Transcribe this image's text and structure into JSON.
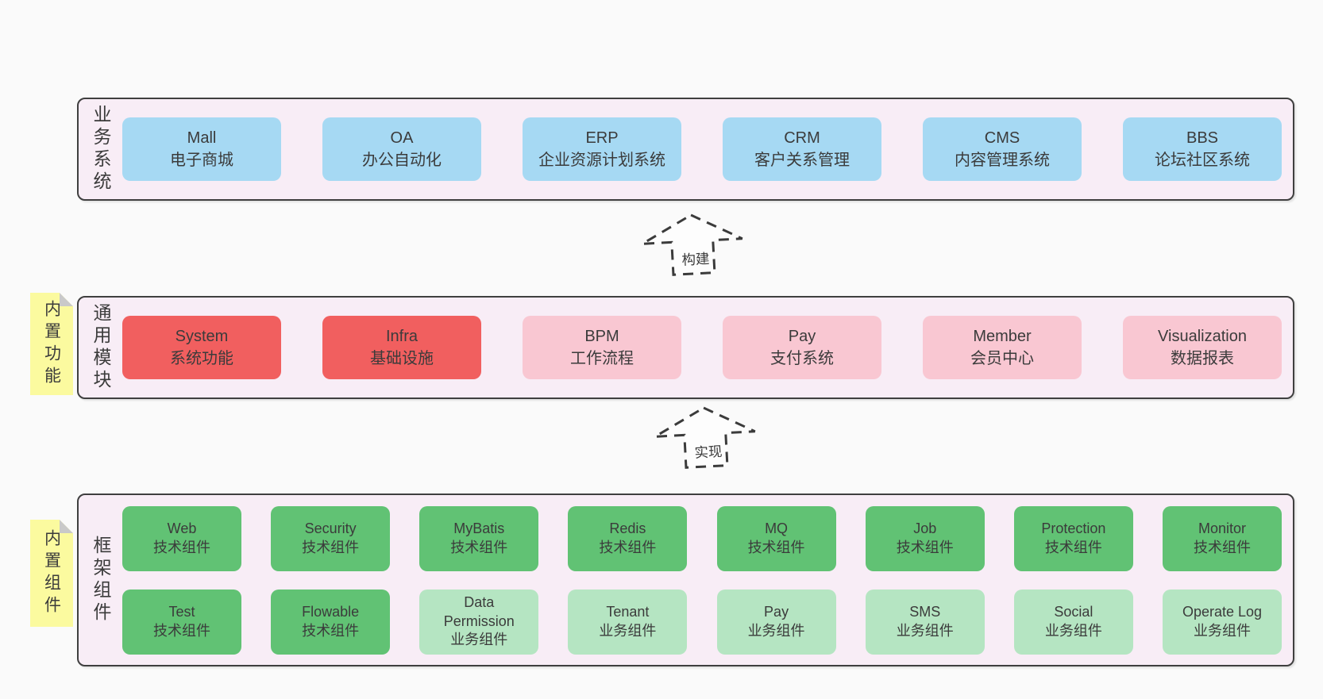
{
  "colors": {
    "page_bg": "#fafafa",
    "container_bg": "#f8edf6",
    "border": "#3f3f3f",
    "text": "#3b3b3b",
    "blue": "#a6d9f3",
    "red": "#f15f5f",
    "pink": "#f9c7d2",
    "green": "#61c274",
    "lightgreen": "#b5e5c2",
    "note": "#fbfa9f",
    "note_fold": "#c9c9c9"
  },
  "sections": [
    {
      "label": "业务系统",
      "boxes": [
        {
          "name": "Mall",
          "desc": "电子商城",
          "variant": "blue"
        },
        {
          "name": "OA",
          "desc": "办公自动化",
          "variant": "blue"
        },
        {
          "name": "ERP",
          "desc": "企业资源计划系统",
          "variant": "blue"
        },
        {
          "name": "CRM",
          "desc": "客户关系管理",
          "variant": "blue"
        },
        {
          "name": "CMS",
          "desc": "内容管理系统",
          "variant": "blue"
        },
        {
          "name": "BBS",
          "desc": "论坛社区系统",
          "variant": "blue"
        }
      ]
    },
    {
      "label": "通用模块",
      "boxes": [
        {
          "name": "System",
          "desc": "系统功能",
          "variant": "red"
        },
        {
          "name": "Infra",
          "desc": "基础设施",
          "variant": "red"
        },
        {
          "name": "BPM",
          "desc": "工作流程",
          "variant": "pink"
        },
        {
          "name": "Pay",
          "desc": "支付系统",
          "variant": "pink"
        },
        {
          "name": "Member",
          "desc": "会员中心",
          "variant": "pink"
        },
        {
          "name": "Visualization",
          "desc": "数据报表",
          "variant": "pink"
        }
      ]
    },
    {
      "label": "框架组件",
      "rows": [
        [
          {
            "name": "Web",
            "desc": "技术组件",
            "variant": "green"
          },
          {
            "name": "Security",
            "desc": "技术组件",
            "variant": "green"
          },
          {
            "name": "MyBatis",
            "desc": "技术组件",
            "variant": "green"
          },
          {
            "name": "Redis",
            "desc": "技术组件",
            "variant": "green"
          },
          {
            "name": "MQ",
            "desc": "技术组件",
            "variant": "green"
          },
          {
            "name": "Job",
            "desc": "技术组件",
            "variant": "green"
          },
          {
            "name": "Protection",
            "desc": "技术组件",
            "variant": "green"
          },
          {
            "name": "Monitor",
            "desc": "技术组件",
            "variant": "green"
          }
        ],
        [
          {
            "name": "Test",
            "desc": "技术组件",
            "variant": "green"
          },
          {
            "name": "Flowable",
            "desc": "技术组件",
            "variant": "green"
          },
          {
            "name": "Data Permission",
            "desc": "业务组件",
            "variant": "lightgreen"
          },
          {
            "name": "Tenant",
            "desc": "业务组件",
            "variant": "lightgreen"
          },
          {
            "name": "Pay",
            "desc": "业务组件",
            "variant": "lightgreen"
          },
          {
            "name": "SMS",
            "desc": "业务组件",
            "variant": "lightgreen"
          },
          {
            "name": "Social",
            "desc": "业务组件",
            "variant": "lightgreen"
          },
          {
            "name": "Operate Log",
            "desc": "业务组件",
            "variant": "lightgreen"
          }
        ]
      ]
    }
  ],
  "arrows": [
    {
      "label": "构建"
    },
    {
      "label": "实现"
    }
  ],
  "notes": [
    {
      "label": "内置功能"
    },
    {
      "label": "内置组件"
    }
  ]
}
